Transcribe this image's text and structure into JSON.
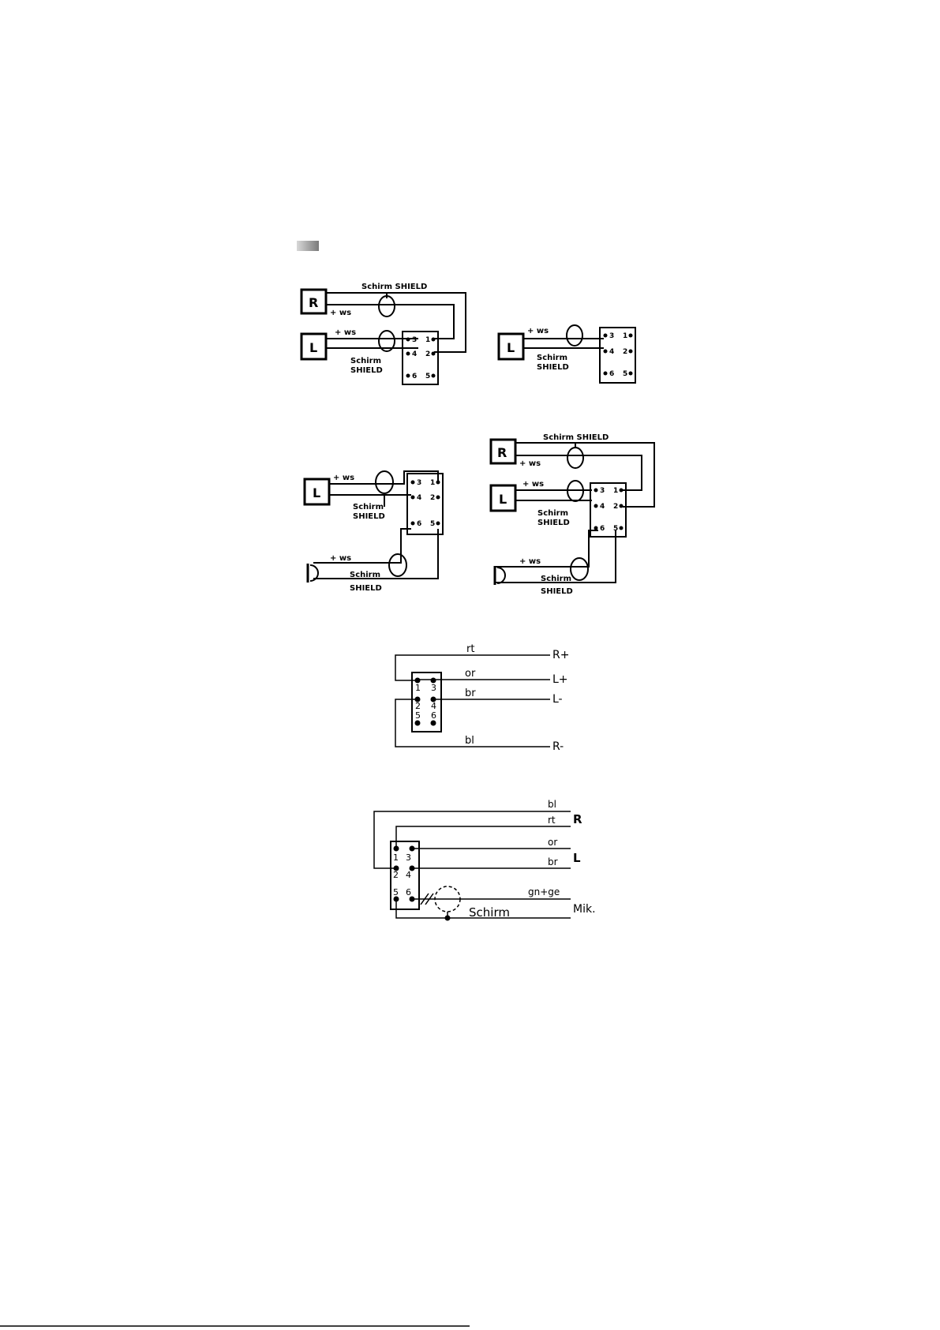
{
  "labels": {
    "ws": "+ ws",
    "schirm": "Schirm",
    "shield": "SHIELD",
    "schirm_shield": "Schirm  SHIELD",
    "speaker_r": "R",
    "speaker_l": "L",
    "pins": {
      "p1": "1",
      "p2": "2",
      "p3": "3",
      "p4": "4",
      "p5": "5",
      "p6": "6"
    }
  },
  "diagram_e": {
    "wires": {
      "rt": "rt",
      "or": "or",
      "br": "br",
      "bl": "bl"
    },
    "ends": {
      "r_plus": "R+",
      "l_plus": "L+",
      "l_minus": "L-",
      "r_minus": "R-"
    }
  },
  "diagram_f": {
    "wires": {
      "bl": "bl",
      "rt": "rt",
      "or": "or",
      "br": "br",
      "gnge": "gn+ge"
    },
    "ends": {
      "r": "R",
      "l": "L",
      "mik": "Mik."
    },
    "schirm": "Schirm"
  },
  "colors": {
    "ink": "#000000",
    "paper": "#ffffff",
    "marker": "#9a9a9a"
  }
}
